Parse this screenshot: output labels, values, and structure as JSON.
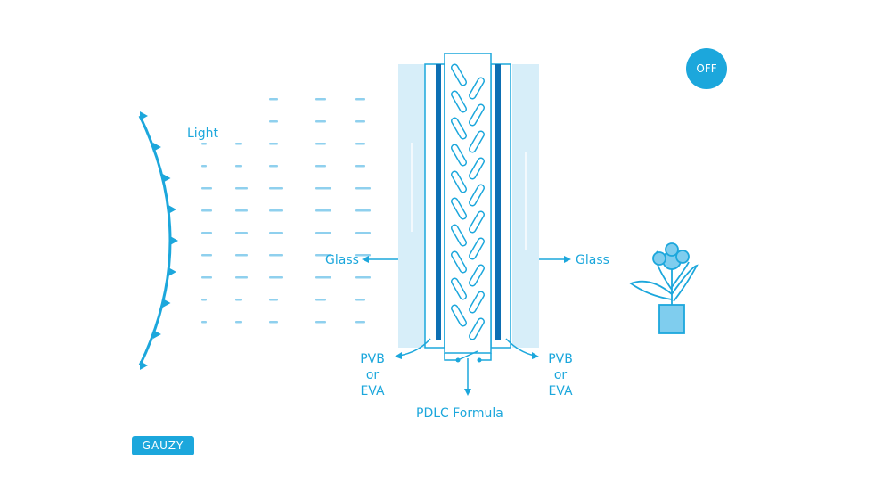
{
  "badge": {
    "text": "OFF"
  },
  "labels": {
    "light": "Light",
    "glass_left": "Glass",
    "glass_right": "Glass",
    "pvb_left": [
      "PVB",
      "or",
      "EVA"
    ],
    "pvb_right": [
      "PVB",
      "or",
      "EVA"
    ],
    "pdlc": "PDLC Formula"
  },
  "logo": {
    "text": "GAUZY"
  },
  "colors": {
    "accent": "#1ca7dc",
    "glass": "#d7eef9",
    "dark_line": "#0d6fb3"
  },
  "icons": [
    "light-source-icon",
    "plant-icon"
  ]
}
